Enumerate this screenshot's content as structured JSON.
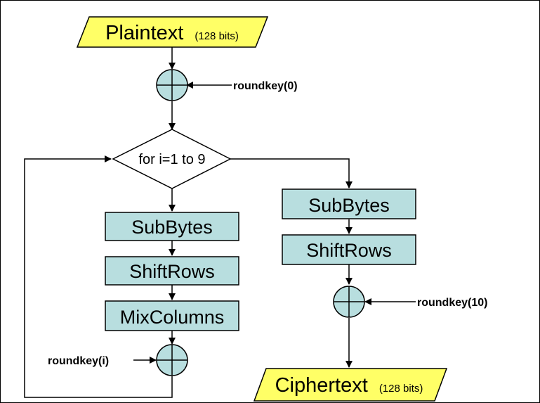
{
  "input": {
    "label": "Plaintext",
    "size": "(128 bits)"
  },
  "output": {
    "label": "Ciphertext",
    "size": "(128 bits)"
  },
  "loop_condition": "for i=1 to 9",
  "round_steps": [
    "SubBytes",
    "ShiftRows",
    "MixColumns"
  ],
  "final_steps": [
    "SubBytes",
    "ShiftRows"
  ],
  "keys": {
    "initial": "roundkey(0)",
    "round": "roundkey(i)",
    "final": "roundkey(10)"
  },
  "colors": {
    "io_fill": "#ffff66",
    "step_fill": "#b8dedf",
    "xor_fill": "#b8dedf",
    "stroke": "#000000"
  }
}
